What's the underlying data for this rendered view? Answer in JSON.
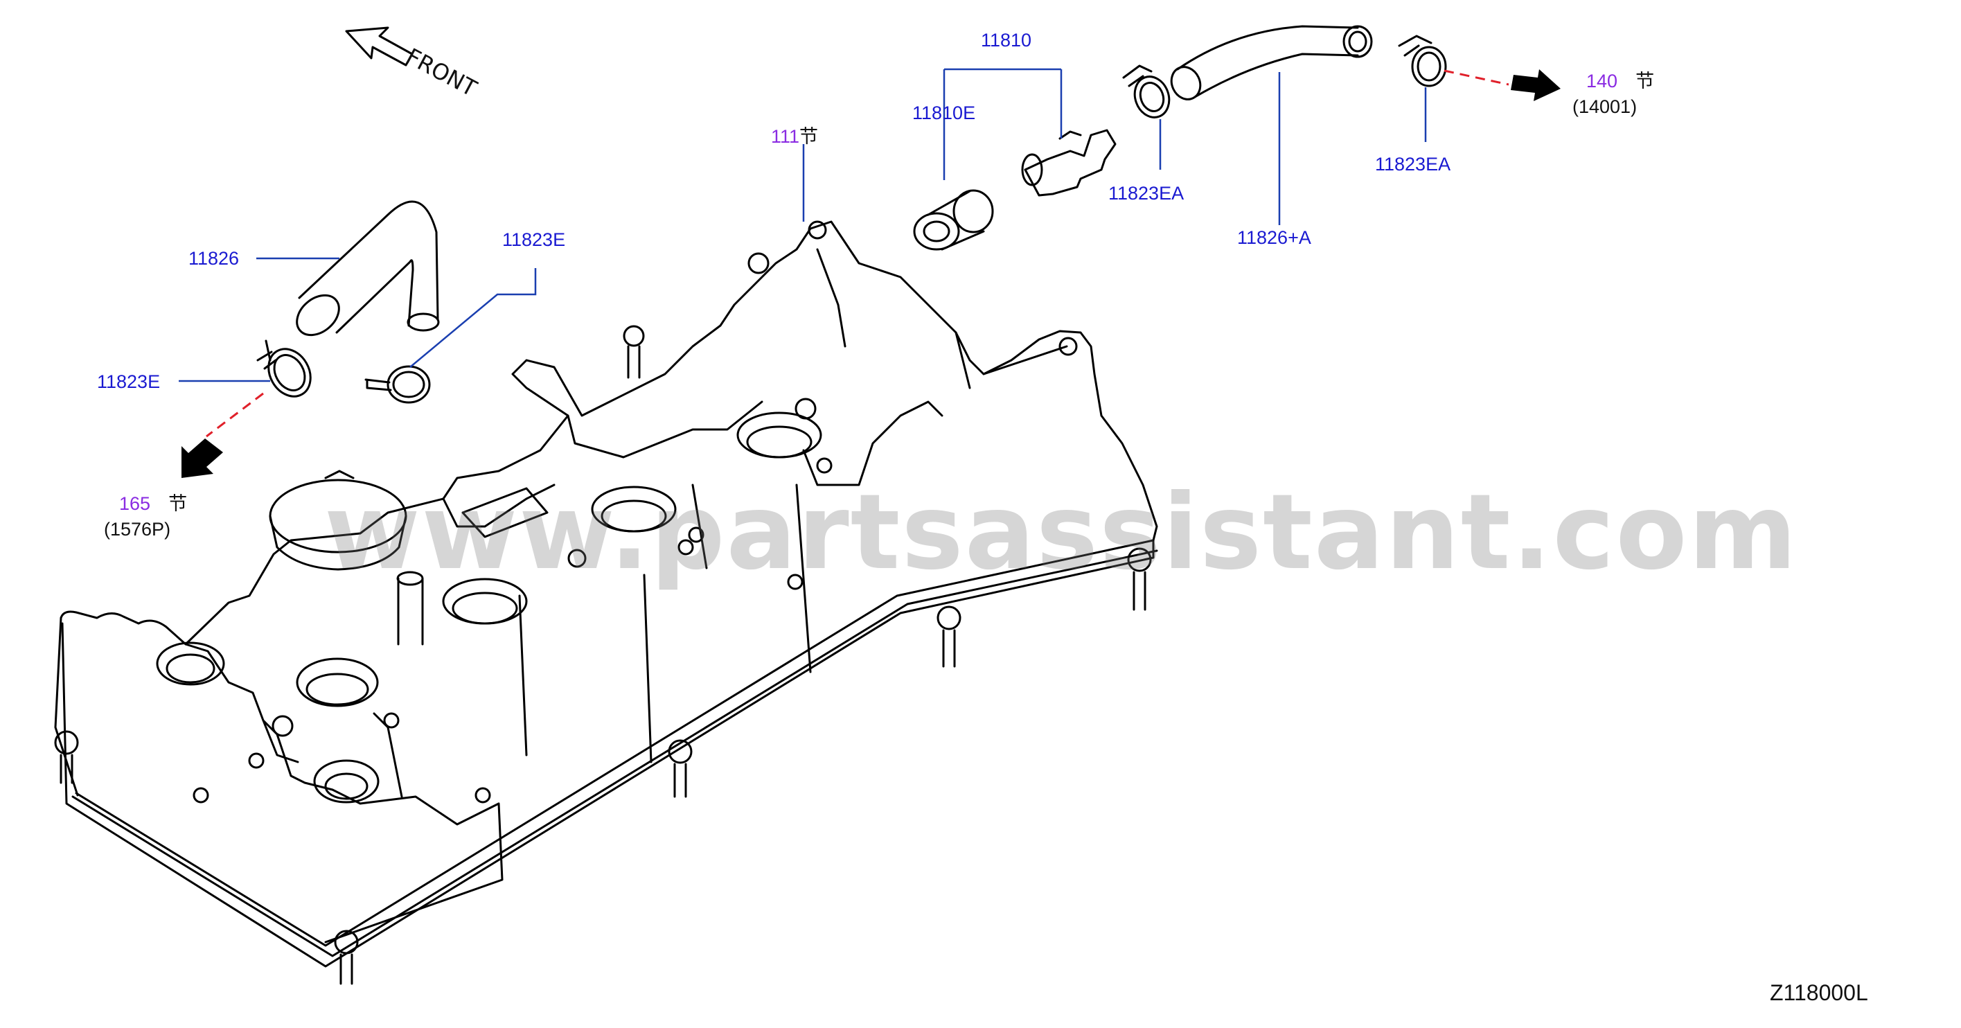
{
  "diagram": {
    "front_label": "FRONT",
    "watermark": "www.partsassistant.com",
    "diagram_code": "Z118000L",
    "parts": {
      "p11810": "11810",
      "p11810e": "11810E",
      "p11823ea_a": "11823EA",
      "p11826a": "11826+A",
      "p11823ea_b": "11823EA",
      "p11826": "11826",
      "p11823e_a": "11823E",
      "p11823e_b": "11823E"
    },
    "sections": {
      "s111": {
        "num": "111",
        "glyph": "节"
      },
      "s140": {
        "num": "140",
        "glyph": "节",
        "ref": "(14001)"
      },
      "s165": {
        "num": "165",
        "glyph": "节",
        "ref": "(1576P)"
      }
    },
    "colors": {
      "part_label": "#1a1ad1",
      "section_label": "#8a2be2",
      "leader": "#1a3fb0",
      "dashed": "#e0202a",
      "outline": "#000000"
    },
    "icons": [
      "front-arrow-icon",
      "direction-arrow-icon"
    ]
  }
}
